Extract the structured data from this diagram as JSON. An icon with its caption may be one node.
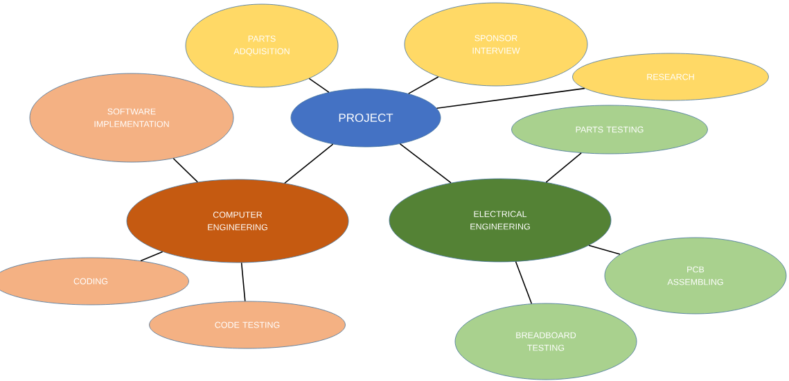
{
  "diagram": {
    "nodes": [
      {
        "text": [
          "PROJECT"
        ]
      },
      {
        "text": [
          "PARTS ADQUISITION"
        ]
      },
      {
        "text": [
          "SPONSOR INTERVIEW"
        ]
      },
      {
        "text": [
          "RESEARCH"
        ]
      },
      {
        "text": [
          "SOFTWARE IMPLEMENTATION"
        ]
      },
      {
        "text": [
          "COMPUTER ENGINEERING"
        ]
      },
      {
        "text": [
          "PARTS TESTING"
        ]
      },
      {
        "text": [
          "ELECTRICAL ENGINEERING"
        ]
      },
      {
        "text": [
          "CODING"
        ]
      },
      {
        "text": [
          "CODE TESTING"
        ]
      },
      {
        "text": [
          "PCB ASSEMBLING"
        ]
      },
      {
        "text": [
          "BREADBOARD TESTING"
        ]
      }
    ],
    "edges": [
      {
        "from": 0,
        "to": 1,
        "arrow": "none"
      },
      {
        "from": 0,
        "to": 2,
        "arrow": "none"
      },
      {
        "from": 0,
        "to": 3,
        "arrow": "none"
      },
      {
        "from": 0,
        "to": 5,
        "arrow": "none"
      },
      {
        "from": 0,
        "to": 7,
        "arrow": "none"
      },
      {
        "from": 5,
        "to": 4,
        "arrow": "none"
      },
      {
        "from": 5,
        "to": 8,
        "arrow": "none"
      },
      {
        "from": 5,
        "to": 9,
        "arrow": "none"
      },
      {
        "from": 7,
        "to": 6,
        "arrow": "none"
      },
      {
        "from": 7,
        "to": 10,
        "arrow": "none"
      },
      {
        "from": 7,
        "to": 11,
        "arrow": "none"
      }
    ]
  }
}
